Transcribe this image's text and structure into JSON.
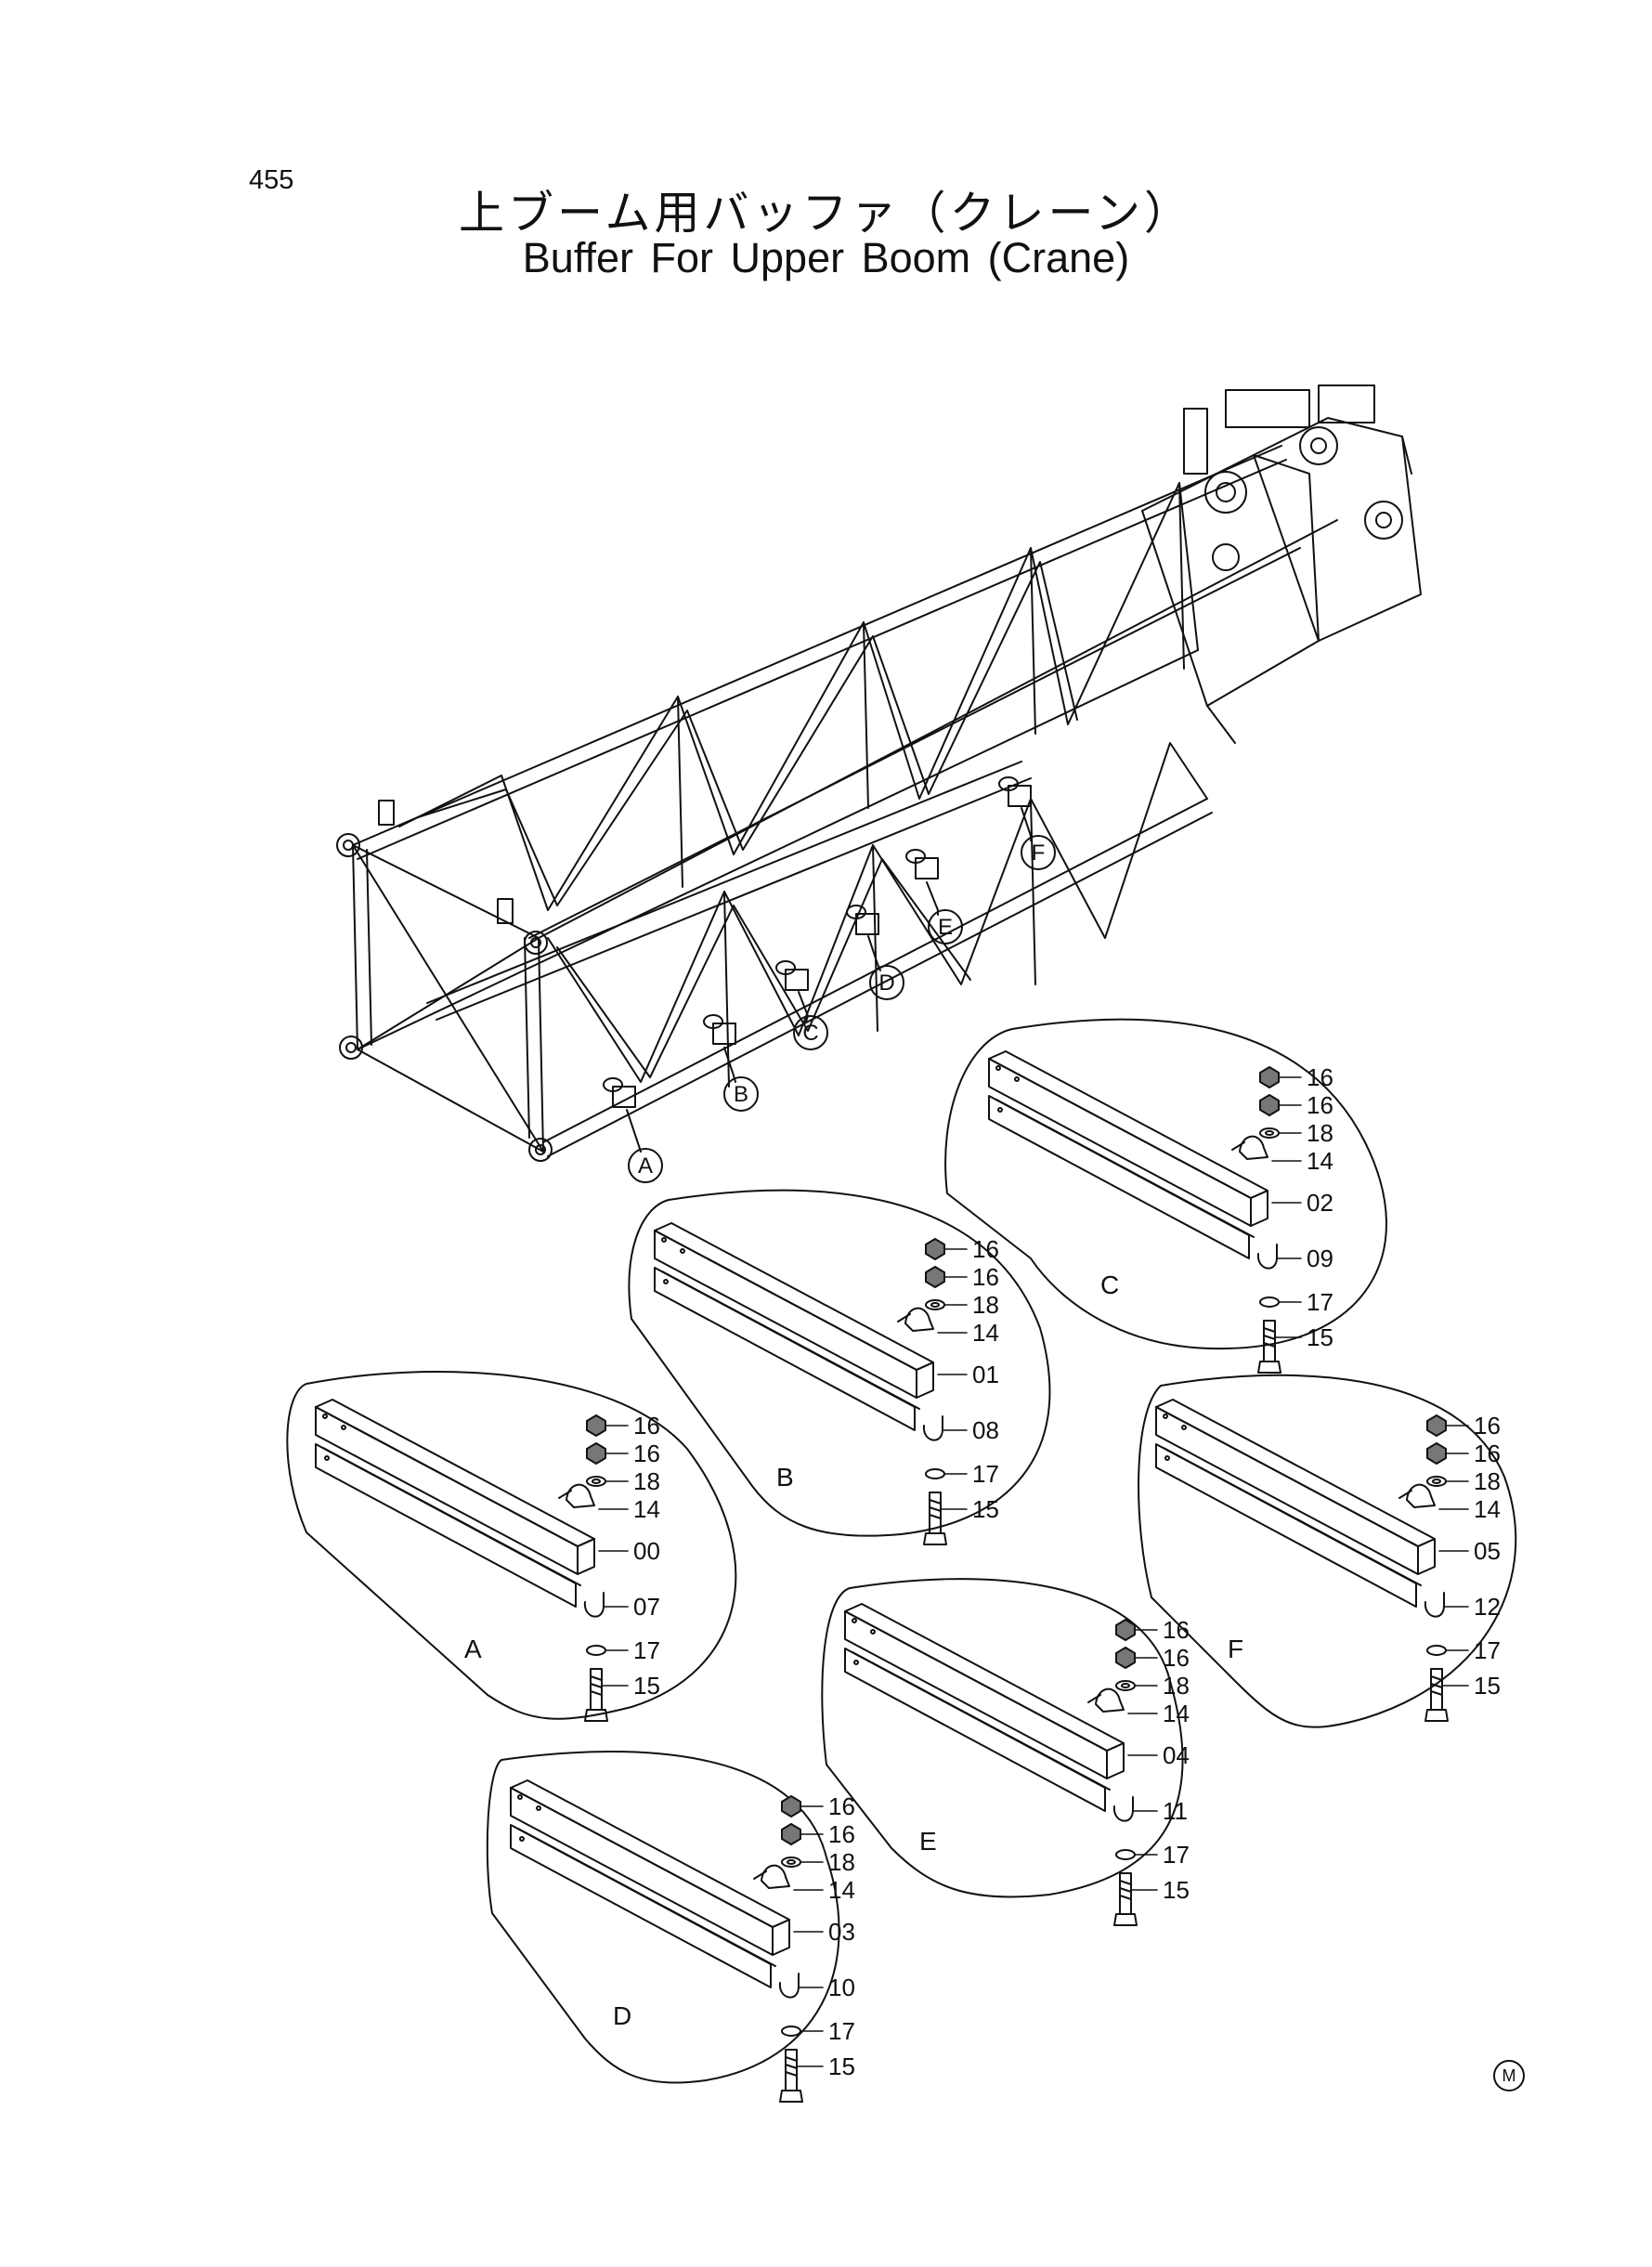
{
  "page": {
    "number": "455"
  },
  "title": {
    "japanese": "上ブーム用バッファ（クレーン）",
    "english": "Buffer For Upper Boom (Crane)"
  },
  "corner_mark": "M",
  "location_markers": [
    "A",
    "B",
    "C",
    "D",
    "E",
    "F"
  ],
  "details": [
    {
      "id": "A",
      "letter": "A",
      "parts": [
        "16",
        "16",
        "18",
        "14",
        "00",
        "07",
        "17",
        "15"
      ]
    },
    {
      "id": "B",
      "letter": "B",
      "parts": [
        "16",
        "16",
        "18",
        "14",
        "01",
        "08",
        "17",
        "15"
      ]
    },
    {
      "id": "C",
      "letter": "C",
      "parts": [
        "16",
        "16",
        "18",
        "14",
        "02",
        "09",
        "17",
        "15"
      ]
    },
    {
      "id": "D",
      "letter": "D",
      "parts": [
        "16",
        "16",
        "18",
        "14",
        "03",
        "10",
        "17",
        "15"
      ]
    },
    {
      "id": "E",
      "letter": "E",
      "parts": [
        "16",
        "16",
        "18",
        "14",
        "04",
        "11",
        "17",
        "15"
      ]
    },
    {
      "id": "F",
      "letter": "F",
      "parts": [
        "16",
        "16",
        "18",
        "14",
        "05",
        "12",
        "17",
        "15"
      ]
    }
  ]
}
